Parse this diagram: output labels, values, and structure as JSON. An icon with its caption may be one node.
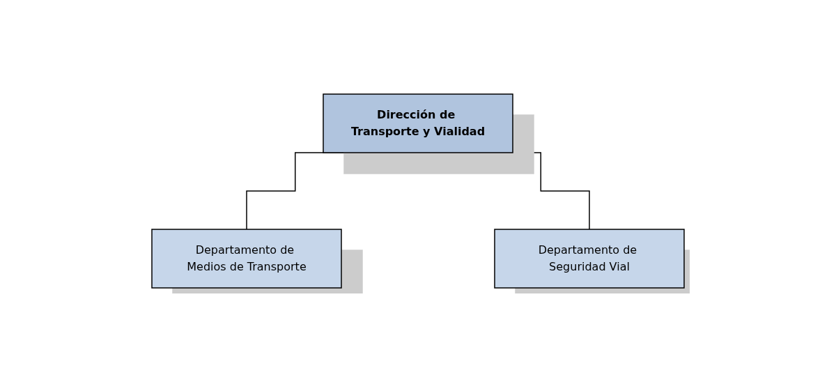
{
  "diagram": {
    "nodes": [
      {
        "text": [
          "Dirección de Transporte y Vialidad"
        ]
      },
      {
        "text": [
          "Departamento de Medios de Transporte"
        ]
      },
      {
        "text": [
          "Departamento de Seguridad Vial"
        ]
      }
    ],
    "edges": [
      {
        "from": 0,
        "to": 1,
        "arrow": "none"
      },
      {
        "from": 0,
        "to": 2,
        "arrow": "none"
      }
    ]
  }
}
